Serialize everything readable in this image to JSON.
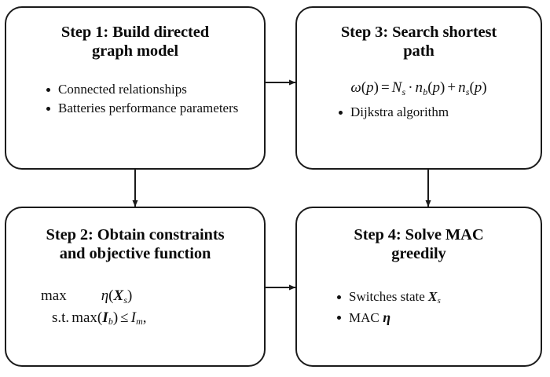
{
  "diagram": {
    "type": "flowchart",
    "orientation": "2x2-grid",
    "background_color": "#ffffff",
    "stroke_color": "#1b1b1b",
    "text_color": "#111111",
    "nodes": [
      {
        "id": "step1",
        "title": "Step 1: Build directed graph model",
        "bullets": [
          "Connected relationships",
          "Batteries performance parameters"
        ]
      },
      {
        "id": "step3",
        "title": "Step 3: Search shortest path",
        "formula": "ω(p) = Nₛ · n_b(p) + nₛ(p)",
        "bullets": [
          "Dijkstra algorithm"
        ]
      },
      {
        "id": "step2",
        "title": "Step 2: Obtain constraints and objective function",
        "formula_lines": [
          "max        η(Xs)",
          "s.t. max(Ib) ≤ Im,"
        ]
      },
      {
        "id": "step4",
        "title": "Step 4: Solve MAC greedily",
        "bullets": [
          "Switches state Xs",
          "MAC η"
        ]
      }
    ],
    "edges": [
      {
        "from": "step1",
        "to": "step3",
        "direction": "right"
      },
      {
        "from": "step1",
        "to": "step2",
        "direction": "down"
      },
      {
        "from": "step3",
        "to": "step4",
        "direction": "down"
      },
      {
        "from": "step2",
        "to": "step4",
        "direction": "right"
      }
    ]
  },
  "labels": {
    "step1_title_line1": "Step 1: Build directed",
    "step1_title_line2": "graph model",
    "step1_bullet1": "Connected relationships",
    "step1_bullet2": "Batteries performance parameters",
    "step3_title_line1": "Step 3: Search shortest",
    "step3_title_line2": "path",
    "step3_bullet1": "Dijkstra algorithm",
    "step2_title_line1": "Step 2: Obtain constraints",
    "step2_title_line2": "and objective function",
    "step4_title_line1": "Step 4: Solve MAC",
    "step4_title_line2": "greedily",
    "step4_bullet1_text": "Switches state",
    "step4_bullet2_text": "MAC"
  },
  "math": {
    "omega": "ω",
    "eta": "η",
    "p": "p",
    "N": "N",
    "n": "n",
    "s": "s",
    "b": "b",
    "m": "m",
    "X": "X",
    "I": "I",
    "eq": "=",
    "cdot": "·",
    "plus": "+",
    "leq": "≤",
    "lparen": "(",
    "rparen": ")",
    "max": "max",
    "st": "s.t.",
    "comma": ","
  }
}
